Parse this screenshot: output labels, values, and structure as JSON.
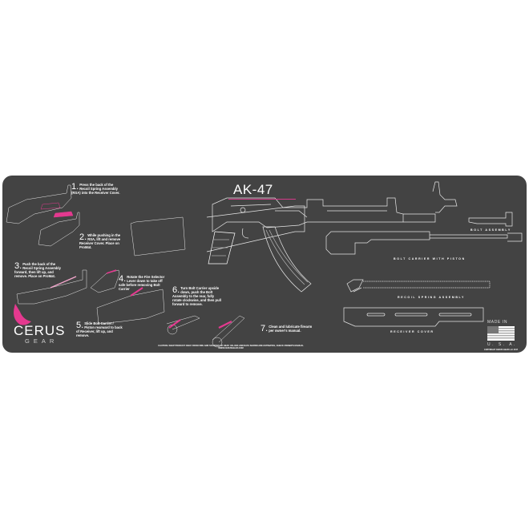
{
  "title": "AK-47",
  "accent_color": "#e4398f",
  "mat_color": "#434343",
  "steps": [
    {
      "num": "1.",
      "text": "Press the back of the Recoil Spring Assembly (RSA) into the Receiver Cover."
    },
    {
      "num": "2.",
      "text": "While pushing in the RSA, lift and remove Receiver Cover. Place on ProMat."
    },
    {
      "num": "3.",
      "text": "Push the back of the Recoil Spring Assembly forward, then lift up, and remove. Place on ProMat."
    },
    {
      "num": "4.",
      "text": "Rotate the Fire Selector Lever down to take off safe before removing Bolt Carrier"
    },
    {
      "num": "5.",
      "text": "Slide Bolt Carrier / Piston rearward to back of Receiver, lift up, and remove."
    },
    {
      "num": "6.",
      "text": "Turn Bolt Carrier upside down, push the Bolt Assembly to the rear, fully rotate clockwise, and then pull forward to remove."
    },
    {
      "num": "7.",
      "text": "Clean and lubricate firearm per owner's manual."
    }
  ],
  "part_labels": {
    "bolt_assembly": "BOLT ASSEMBLY",
    "bolt_carrier": "BOLT CARRIER WITH PISTON",
    "recoil_spring": "RECOIL SPRING ASSEMBLY",
    "receiver_cover": "RECEIVER COVER"
  },
  "logo": {
    "word": "CERUS",
    "sub": "GEAR"
  },
  "made_in": {
    "top": "MADE IN",
    "bottom": "U. S. A."
  },
  "caution": "CAUTION: KEEP PRODUCT AWAY FROM FIRE AND SOURCES OF HEAT. VALUES AND DATA SHOWN ARE ESTIMATES, CHECK OWNER'S MANUAL",
  "website": "WWW.CERUSGEAR.COM",
  "copyright": "COPYRIGHT CERUS GEAR LLC 2017"
}
